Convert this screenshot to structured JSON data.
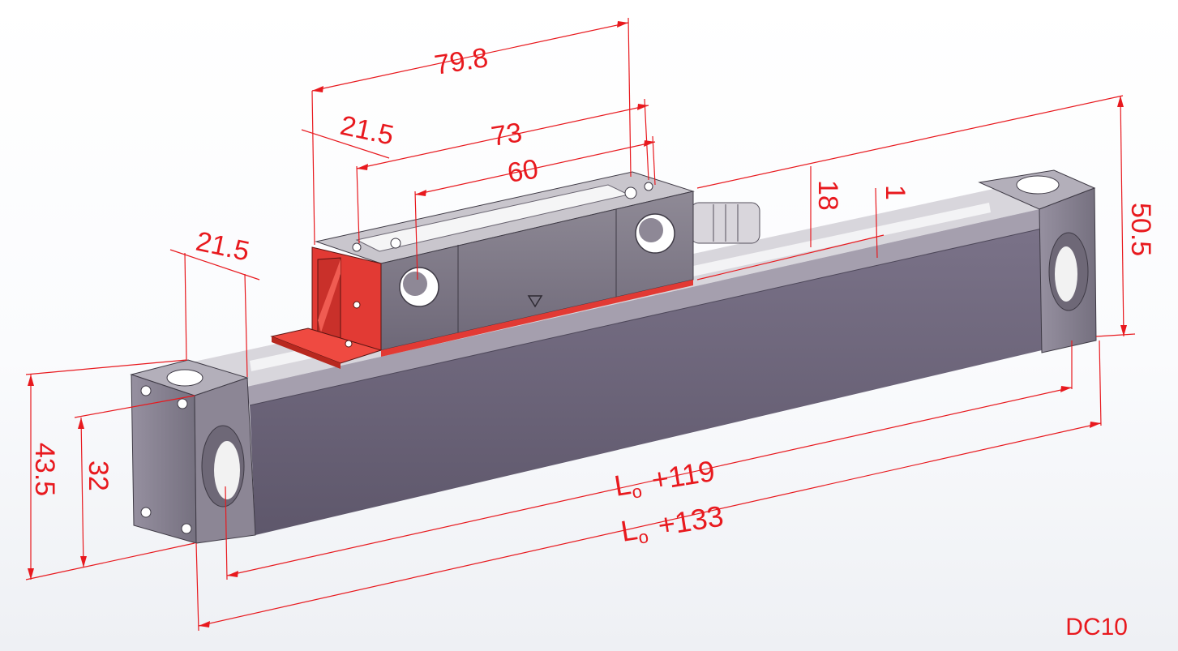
{
  "colors": {
    "dimension": "#e8191e",
    "scale_body": "#6a6278",
    "scale_top": "#8a8397",
    "end_cap": "#86808f",
    "reading_head": "#88838f",
    "bracket": "#e53a36",
    "label_accent": "#e8191e"
  },
  "dimensions": {
    "d79_8": "79.8",
    "d21_5_top": "21.5",
    "d73": "73",
    "d60": "60",
    "d21_5_left": "21.5",
    "d18": "18",
    "d1": "1",
    "d50_5": "50.5",
    "d43_5": "43.5",
    "d32": "32",
    "lo119": {
      "base": "L",
      "sub": "o",
      "suffix": "+119"
    },
    "lo133": {
      "base": "L",
      "sub": "o",
      "suffix": "+133"
    }
  },
  "model": "DC10"
}
